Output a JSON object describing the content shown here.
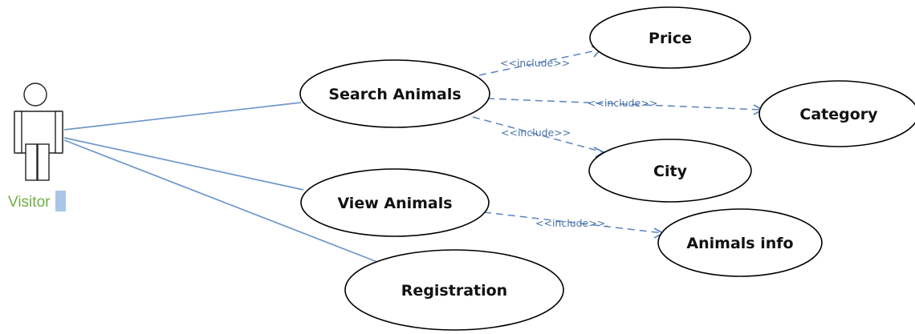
{
  "actor": {
    "label": "Visitor",
    "label_main": "Visit",
    "label_end": "or",
    "color": "#70ad47"
  },
  "use_cases": {
    "search": "Search Animals",
    "view": "View Animals",
    "registration": "Registration",
    "price": "Price",
    "category": "Category",
    "city": "City",
    "animals_info": "Animals info"
  },
  "relations": {
    "include_price": "<<include>>",
    "include_category": "<<include>>",
    "include_city": "<<include>>",
    "include_info": "<<include>>."
  },
  "colors": {
    "association": "#6f98cc",
    "include": "#5b85bd",
    "actor_label": "#70ad47",
    "selection": "#a9c6e8"
  }
}
